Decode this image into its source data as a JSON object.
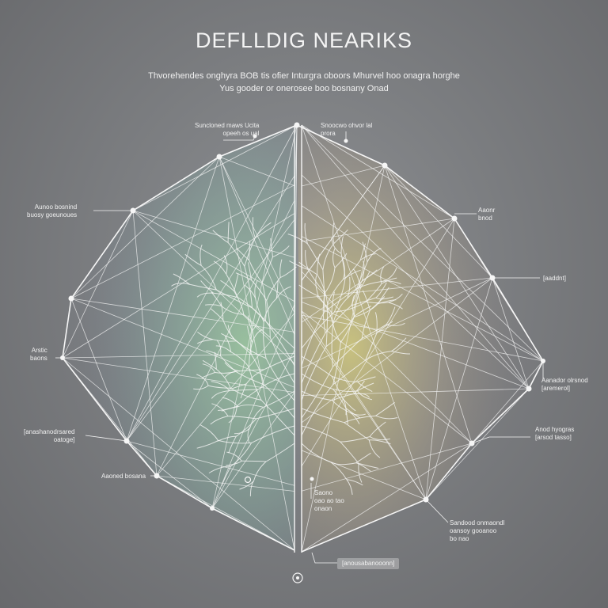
{
  "title": "DEFLLDIG NEARIKS",
  "subtitle": [
    "Thvorehendes onghyra BOB tis ofier Inturgra oboors Mhurvel hoo onagra horghe",
    "Yus gooder or onerosee boo bosnany Onad"
  ],
  "labels": [
    {
      "id": "top-left",
      "lines": [
        "Suncloned maws Ucita",
        "opeeh os ual"
      ]
    },
    {
      "id": "top-right",
      "lines": [
        "Snoocwo ohvor lal",
        "prora"
      ]
    },
    {
      "id": "upper-left",
      "lines": [
        "Aunoo bosnind",
        "buosy goeunoues"
      ]
    },
    {
      "id": "upper-right",
      "lines": [
        "Aaonr",
        "bnod"
      ]
    },
    {
      "id": "mid-right",
      "lines": [
        "[aaddnt]"
      ]
    },
    {
      "id": "left",
      "lines": [
        "Arstic",
        "baons"
      ]
    },
    {
      "id": "right",
      "lines": [
        "Aanador olrsnod",
        "[aremerol]"
      ]
    },
    {
      "id": "lower-left",
      "lines": [
        "[anashanodrsared",
        "oatoge]"
      ]
    },
    {
      "id": "lower-right",
      "lines": [
        "Anod hyogras",
        "[arsod tasso]"
      ]
    },
    {
      "id": "bottom-left",
      "lines": [
        "Aaoned bosana"
      ]
    },
    {
      "id": "bottom-center",
      "lines": [
        "Saono",
        "oao ao tao",
        "onaon"
      ]
    },
    {
      "id": "bottom-right",
      "lines": [
        "Sandood onmaondl",
        "oansoy gooanoo",
        "bo nao"
      ]
    },
    {
      "id": "bottom-box",
      "lines": [
        "[anousabanooonn]"
      ]
    }
  ],
  "colors": {
    "line": "#f4f4f4",
    "left_glow": "#9fd2a4",
    "right_glow": "#d8cf7c",
    "background": "#7c7e81"
  }
}
